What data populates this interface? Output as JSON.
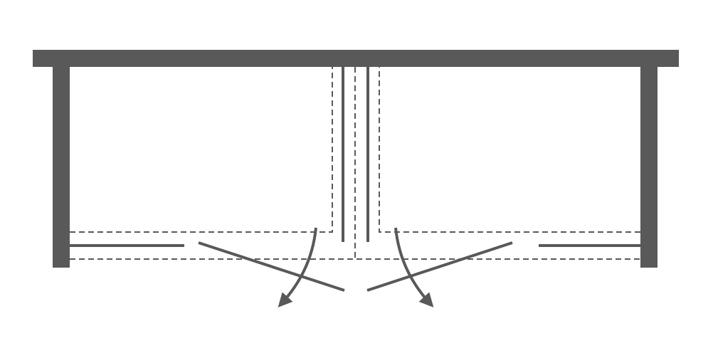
{
  "diagram": {
    "type": "shower-enclosure-plan-view",
    "colors": {
      "stroke": "#595959",
      "background": "#ffffff"
    },
    "doors": [
      {
        "side": "left",
        "swing": "outward"
      },
      {
        "side": "right",
        "swing": "outward"
      }
    ]
  }
}
